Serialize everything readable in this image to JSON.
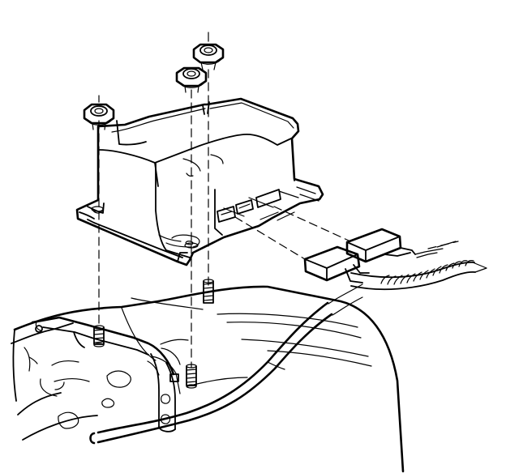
{
  "colors": {
    "line": "#000000",
    "background": "#ffffff"
  },
  "parts": {
    "module": "electronic-control-module",
    "connectors": [
      "connector-upper",
      "connector-lower"
    ],
    "fasteners": [
      "nut-left",
      "nut-center",
      "nut-rear"
    ],
    "studs": [
      "stud-left",
      "stud-center",
      "stud-rear"
    ],
    "base": "vehicle-floor-panel",
    "harness": "wiring-harness"
  }
}
